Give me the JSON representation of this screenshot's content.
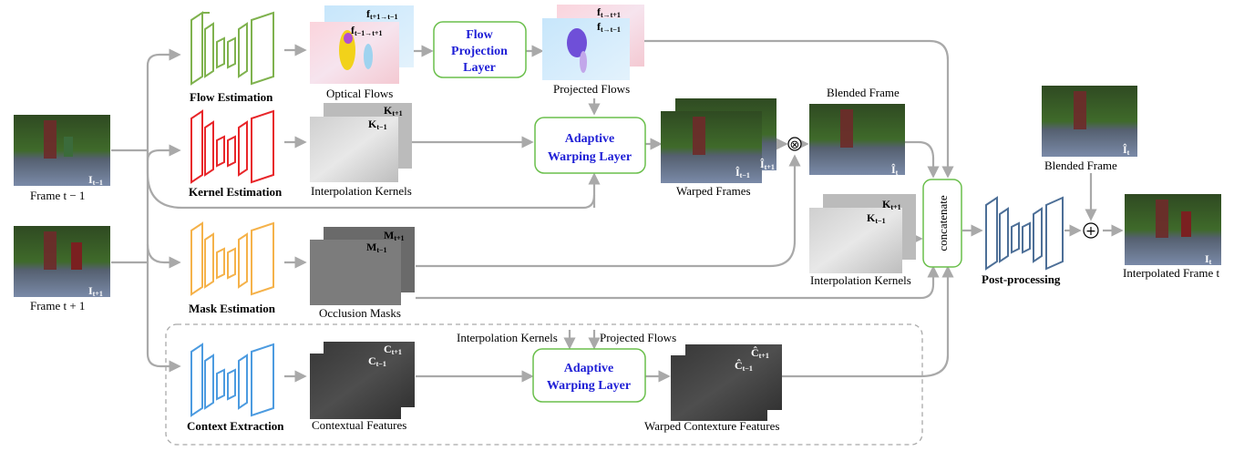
{
  "inputs": {
    "frame_prev": {
      "caption": "Frame t − 1",
      "tag": "I",
      "tag_sub": "t−1"
    },
    "frame_next": {
      "caption": "Frame t + 1",
      "tag": "I",
      "tag_sub": "t+1"
    }
  },
  "networks": {
    "flow": "Flow Estimation",
    "kernel": "Kernel Estimation",
    "mask": "Mask Estimation",
    "context": "Context Extraction",
    "post": "Post-processing"
  },
  "colors": {
    "flow": "#7fb24e",
    "kernel": "#e8262a",
    "mask": "#f5b24a",
    "context": "#4c9be0",
    "post": "#4d6f97",
    "layer_border": "#6abf4b",
    "layer_text": "#1f1fd6",
    "arrow": "#a9a9a9"
  },
  "intermediates": {
    "optical_flows": {
      "caption": "Optical Flows",
      "back": "f",
      "back_sub": "t+1→t−1",
      "front": "f",
      "front_sub": "t−1→t+1"
    },
    "projected_flows": {
      "caption": "Projected Flows",
      "back": "f",
      "back_sub": "t→t+1",
      "front": "f",
      "front_sub": "t→t−1"
    },
    "interp_kernels": {
      "caption": "Interpolation Kernels",
      "back": "K",
      "back_sub": "t+1",
      "front": "K",
      "front_sub": "t−1"
    },
    "occlusion_masks": {
      "caption": "Occlusion Masks",
      "back": "M",
      "back_sub": "t+1",
      "front": "M",
      "front_sub": "t−1"
    },
    "contextual_features": {
      "caption": "Contextual Features",
      "back": "C",
      "back_sub": "t+1",
      "front": "C",
      "front_sub": "t−1"
    },
    "warped_frames": {
      "caption": "Warped Frames",
      "back": "Î",
      "back_sub": "t+1",
      "front": "Î",
      "front_sub": "t−1"
    },
    "blended_frame": {
      "caption": "Blended Frame",
      "tag": "Î",
      "tag_sub": "t"
    },
    "interp_kernels_2": {
      "caption": "Interpolation Kernels",
      "back": "K",
      "back_sub": "t+1",
      "front": "K",
      "front_sub": "t−1"
    },
    "warped_context": {
      "caption": "Warped Contexture Features",
      "back": "Ĉ",
      "back_sub": "t+1",
      "front": "Ĉ",
      "front_sub": "t−1"
    },
    "blended_frame_2": {
      "caption": "Blended Frame",
      "tag": "Î",
      "tag_sub": "t"
    }
  },
  "layers": {
    "flow_projection": [
      "Flow",
      "Projection",
      "Layer"
    ],
    "adaptive_warping": [
      "Adaptive",
      "Warping Layer"
    ],
    "adaptive_warping_2": [
      "Adaptive",
      "Warping Layer"
    ],
    "concatenate": "concatenate"
  },
  "annotations": {
    "interp_kernels_in": "Interpolation Kernels",
    "projected_flows_in": "Projected Flows"
  },
  "operators": {
    "multiply": "⊗",
    "add": "+"
  },
  "output": {
    "caption": "Interpolated Frame t",
    "tag": "I",
    "tag_sub": "t"
  }
}
